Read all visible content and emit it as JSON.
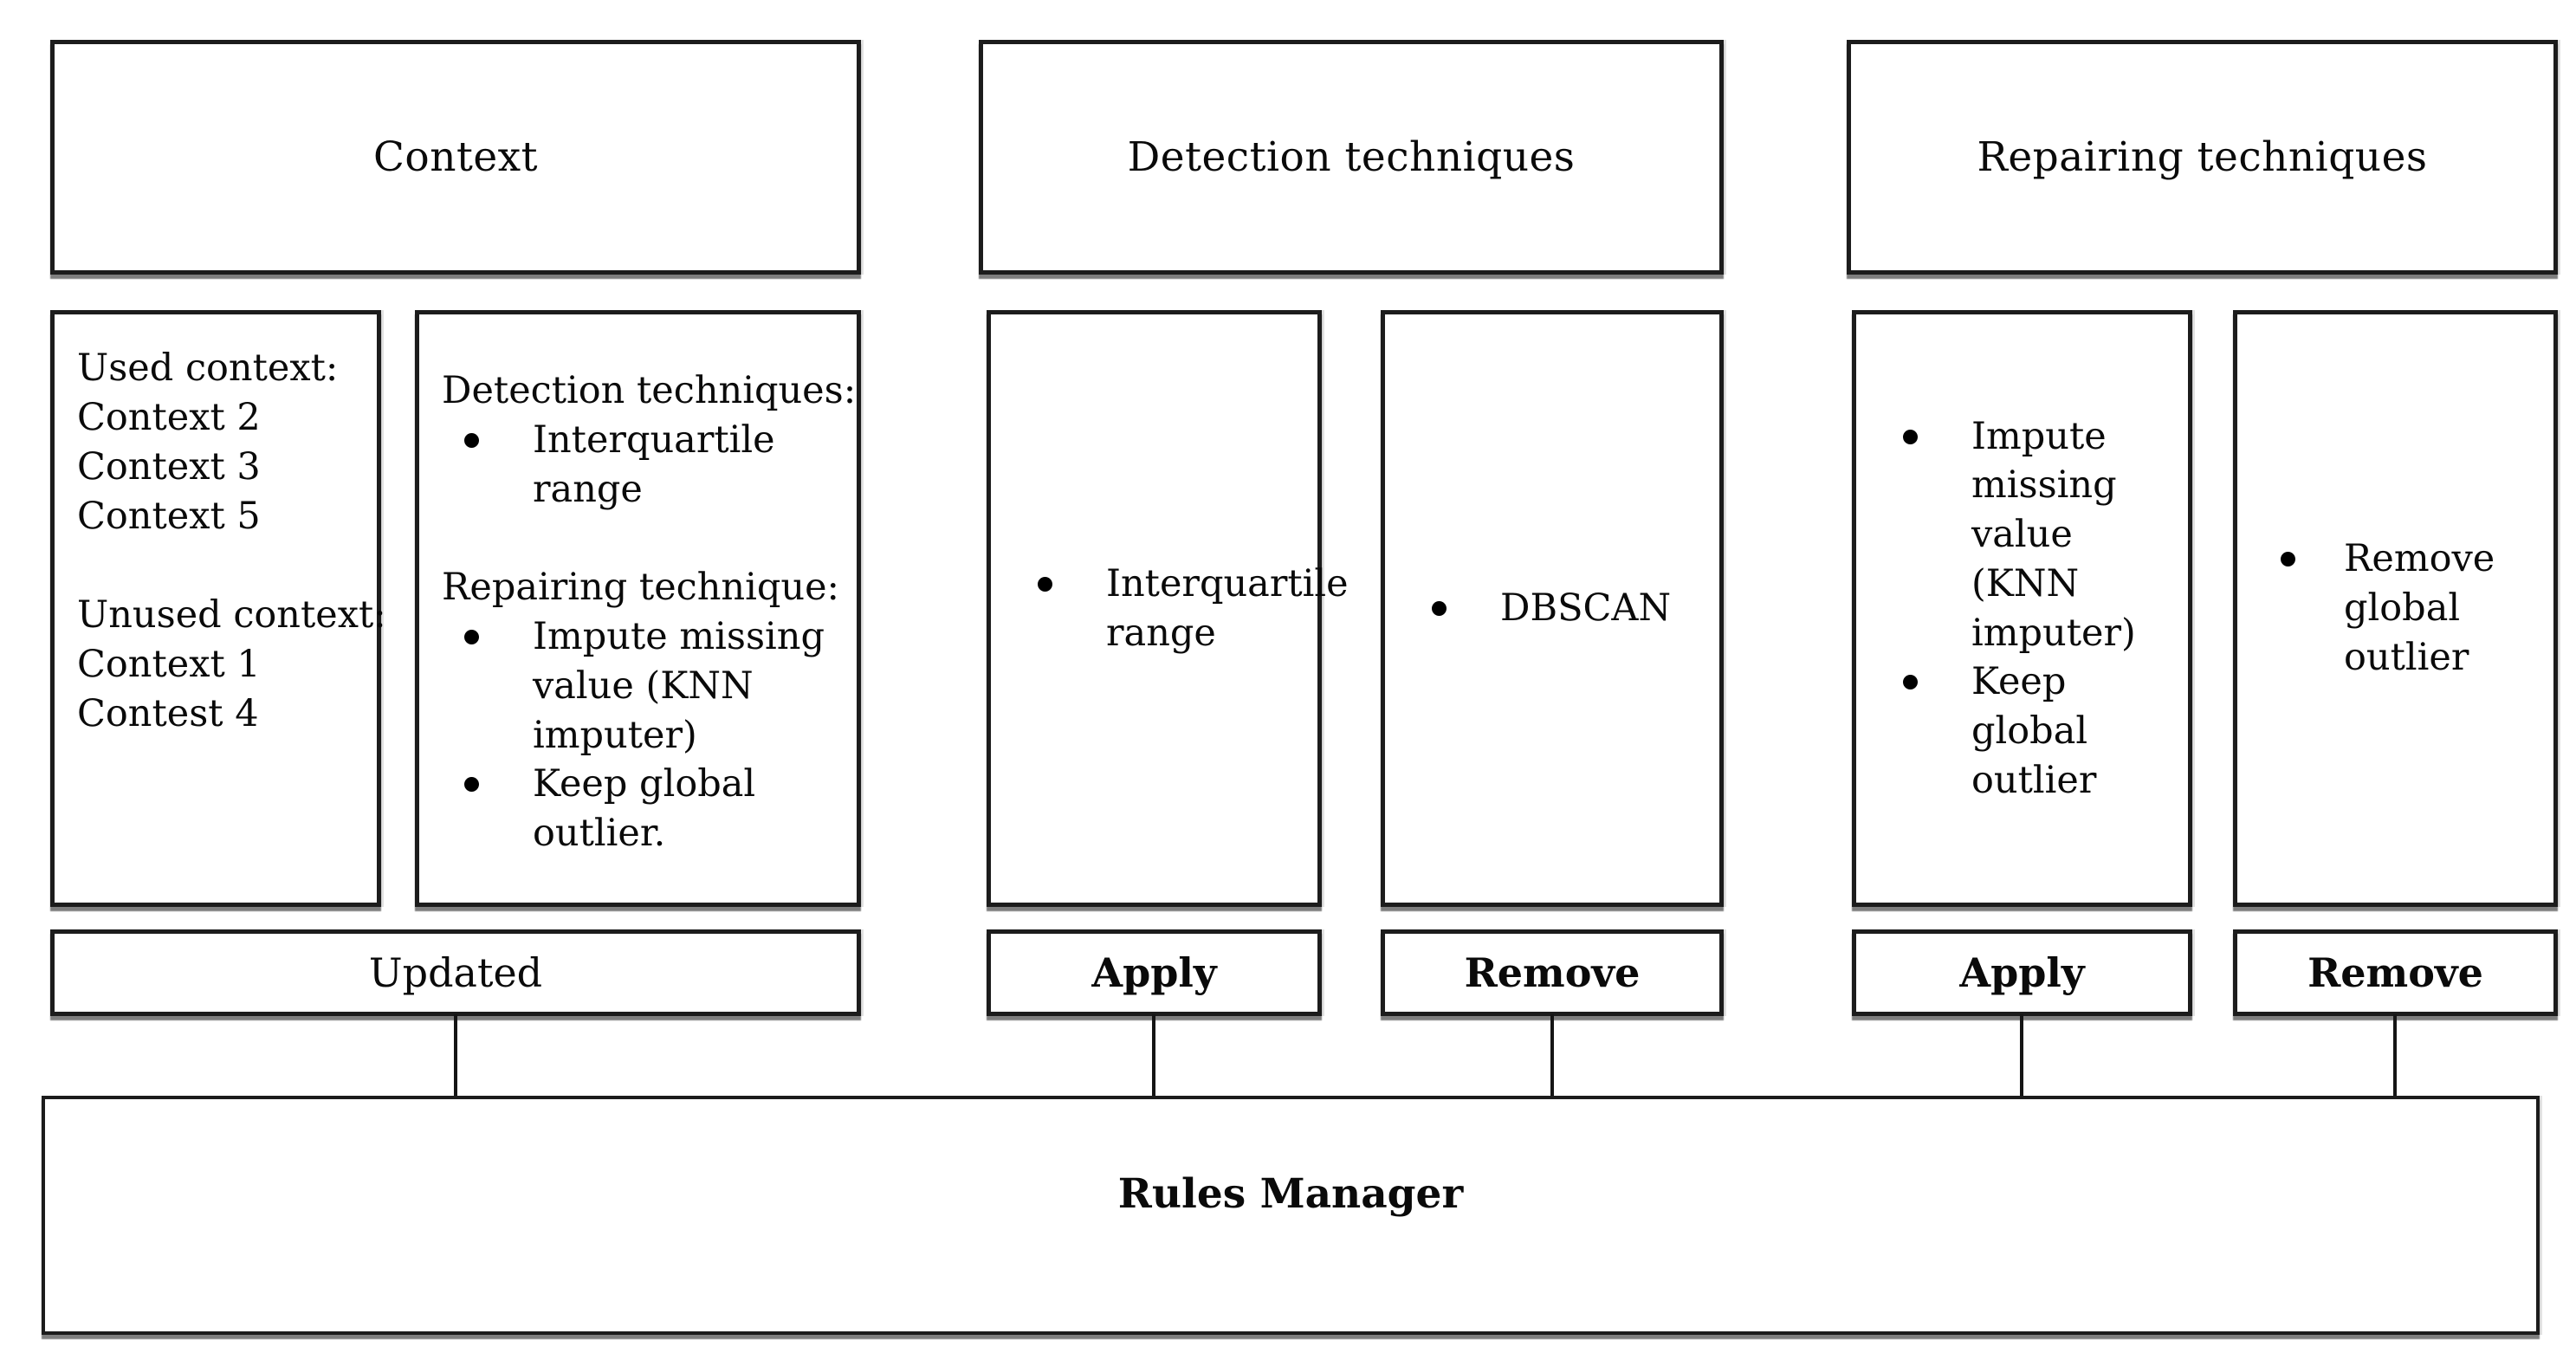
{
  "colors": {
    "background": "#ffffff",
    "border": "#1c1c1c",
    "text": "#0a0a0a"
  },
  "context": {
    "header": "Context",
    "used_box": {
      "lines": [
        "Used context:",
        "Context 2",
        "Context 3",
        "Context 5",
        "",
        "Unused context:",
        "Context 1",
        "Contest 4"
      ]
    },
    "rules_box": {
      "detection_label": "Detection techniques:",
      "detection_items": [
        "Interquartile range"
      ],
      "repairing_label": "Repairing technique:",
      "repairing_items": [
        "Impute missing value (KNN imputer)",
        "Keep global outlier."
      ]
    },
    "update_button": "Updated"
  },
  "detection": {
    "header": "Detection techniques",
    "available_box": {
      "items": [
        "Interquartile range"
      ]
    },
    "selected_box": {
      "items": [
        "DBSCAN"
      ]
    },
    "apply_button": "Apply",
    "remove_button": "Remove"
  },
  "repairing": {
    "header": "Repairing techniques",
    "available_box": {
      "items": [
        "Impute missing value (KNN imputer)",
        "Keep global outlier"
      ]
    },
    "selected_box": {
      "items": [
        "Remove global outlier"
      ]
    },
    "apply_button": "Apply",
    "remove_button": "Remove"
  },
  "rules_manager": {
    "label": "Rules Manager"
  }
}
